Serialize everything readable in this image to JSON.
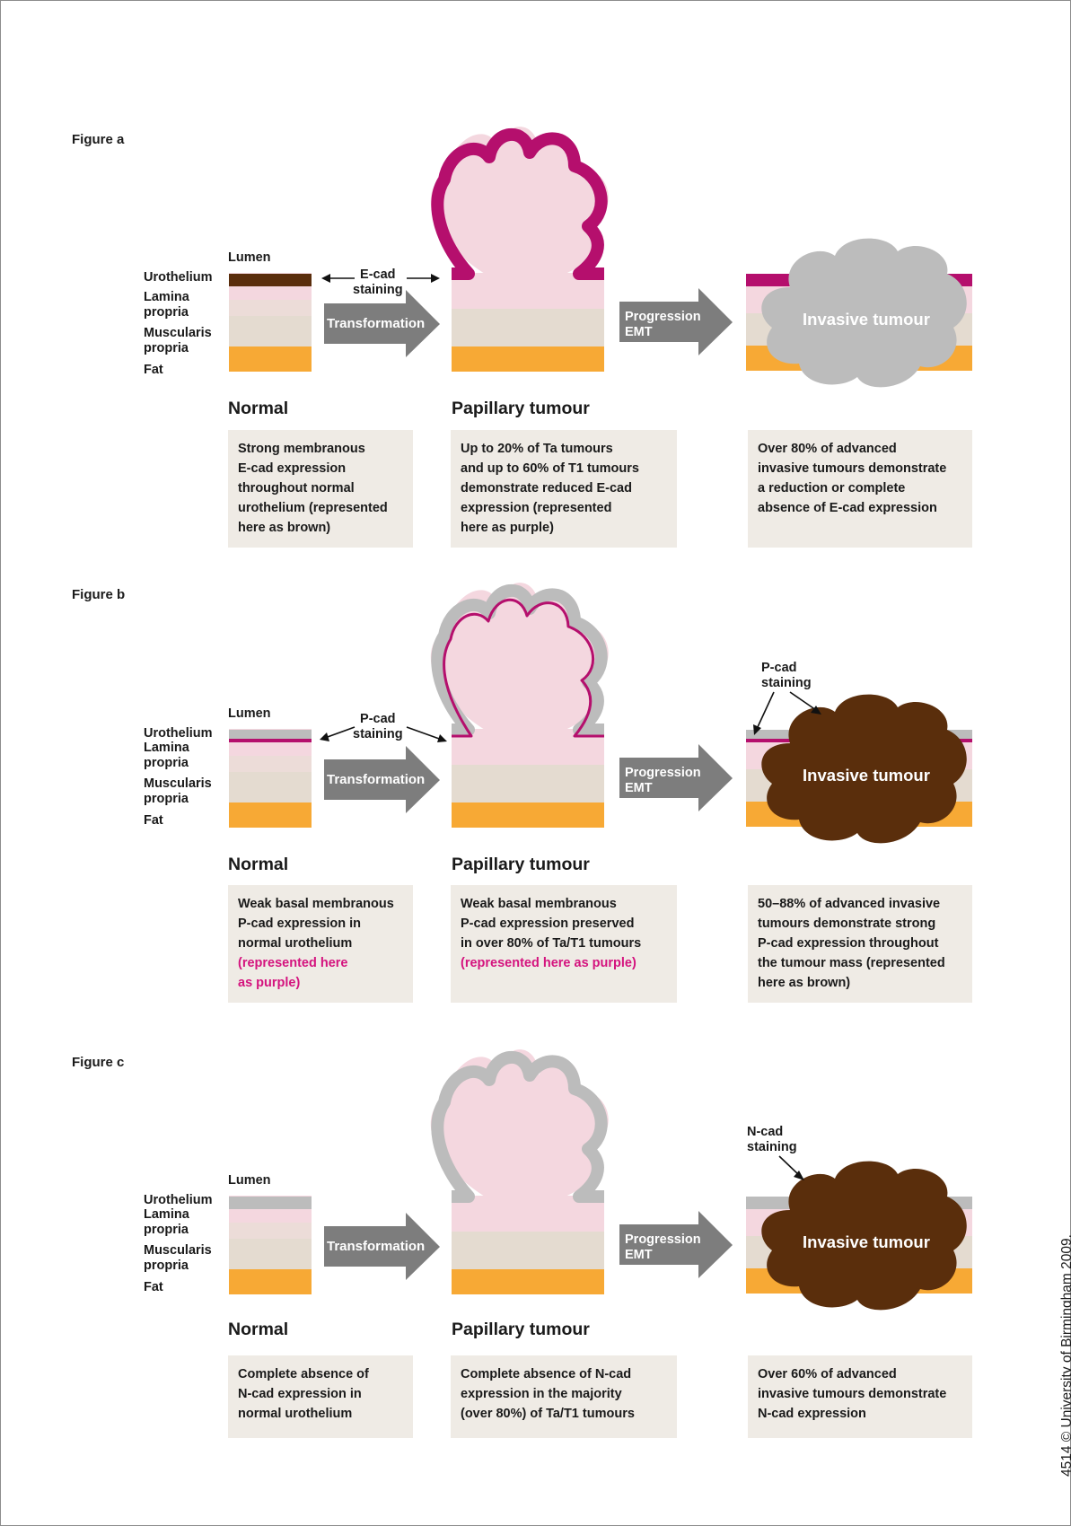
{
  "colors": {
    "brown": "#5a2e0c",
    "magenta": "#b50f6d",
    "pink_layer": "#f2cdd7",
    "beige_layer": "#e2d8cc",
    "fat_orange": "#f59d1f",
    "grey_arrow": "#7d7d7d",
    "grey_tumour": "#bcbcbc",
    "box_bg": "#efebe5",
    "highlight_text": "#d4137e"
  },
  "layers": {
    "lumen": "Lumen",
    "urothelium": "Urothelium",
    "lamina": "Lamina\npropria",
    "muscularis": "Muscularis\npropria",
    "fat": "Fat"
  },
  "common": {
    "transformation": "Transformation",
    "progression": "Progression\nEMT",
    "invasive_tumour": "Invasive tumour",
    "normal": "Normal",
    "papillary": "Papillary tumour"
  },
  "figures": [
    {
      "label": "Figure a",
      "staining_label": "E-cad\nstaining",
      "right_staining_label": "",
      "box_normal": "Strong membranous\nE-cad expression\nthroughout normal\nurothelium (represented\nhere as brown)",
      "box_normal_highlight": "",
      "box_papillary": "Up to 20% of Ta tumours\nand up to 60% of T1 tumours\ndemonstrate reduced E-cad\nexpression (represented\nhere as purple)",
      "box_papillary_highlight": "",
      "box_invasive": "Over 80% of advanced\ninvasive tumours demonstrate\na reduction or complete\nabsence of E-cad expression"
    },
    {
      "label": "Figure b",
      "staining_label": "P-cad\nstaining",
      "right_staining_label": "P-cad\nstaining",
      "box_normal": "Weak basal membranous\nP-cad expression in\nnormal urothelium",
      "box_normal_highlight": "(represented here\nas purple)",
      "box_papillary": "Weak basal membranous\nP-cad expression preserved\nin over 80% of Ta/T1 tumours",
      "box_papillary_highlight": "(represented here as purple)",
      "box_invasive": "50–88% of advanced invasive\ntumours demonstrate strong\nP-cad expression throughout\nthe tumour mass (represented\nhere as brown)"
    },
    {
      "label": "Figure c",
      "staining_label": "",
      "right_staining_label": "N-cad\nstaining",
      "box_normal": "Complete absence of\nN-cad expression in\nnormal urothelium",
      "box_normal_highlight": "",
      "box_papillary": "Complete absence of N-cad\nexpression in the majority\n(over 80%) of Ta/T1 tumours",
      "box_papillary_highlight": "",
      "box_invasive": "Over 60% of advanced\ninvasive tumours demonstrate\nN-cad expression"
    }
  ],
  "credit": "4514   © University of Birmingham 2009."
}
